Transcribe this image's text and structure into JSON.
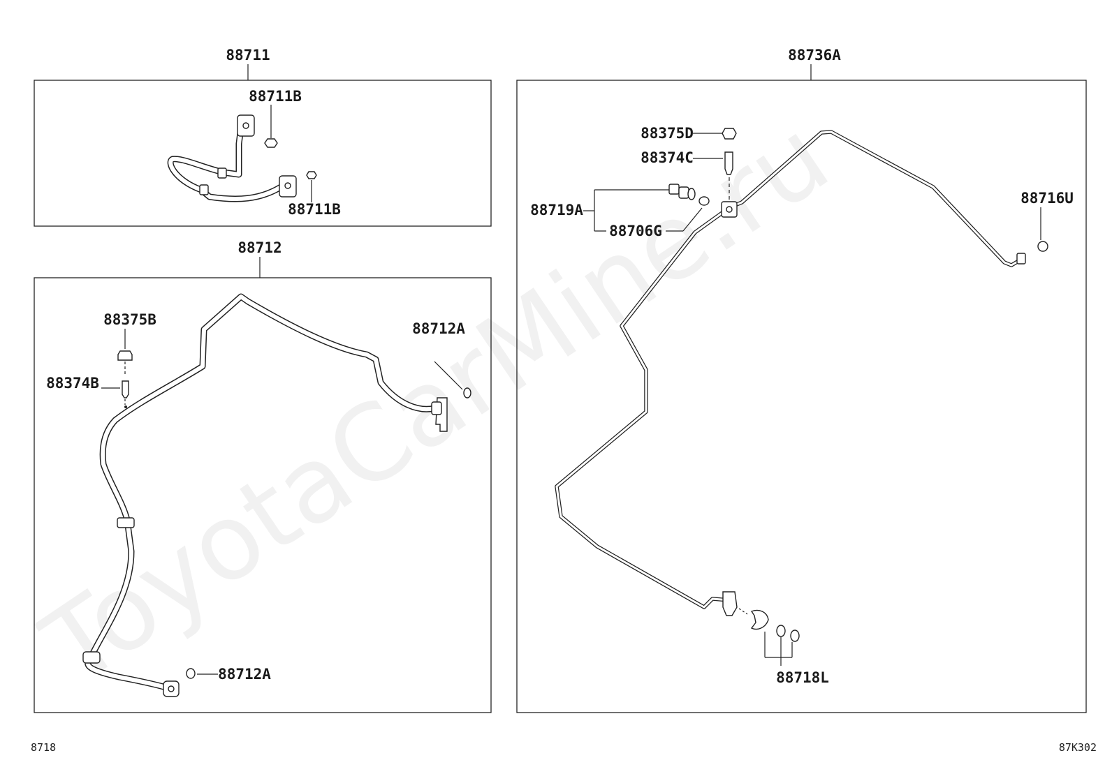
{
  "watermark": "ToyotaCarMine.ru",
  "footer": {
    "left_code": "8718",
    "right_code": "87K302"
  },
  "groups": [
    {
      "id": "88711",
      "label": "88711",
      "parts": [
        {
          "id": "88711B-upper",
          "label": "88711B"
        },
        {
          "id": "88711B-lower",
          "label": "88711B"
        }
      ]
    },
    {
      "id": "88712",
      "label": "88712",
      "parts": [
        {
          "id": "88375B",
          "label": "88375B"
        },
        {
          "id": "88374B",
          "label": "88374B"
        },
        {
          "id": "88712A-upper",
          "label": "88712A"
        },
        {
          "id": "88712A-lower",
          "label": "88712A"
        }
      ]
    },
    {
      "id": "88736A",
      "label": "88736A",
      "parts": [
        {
          "id": "88375D",
          "label": "88375D"
        },
        {
          "id": "88374C",
          "label": "88374C"
        },
        {
          "id": "88719A",
          "label": "88719A"
        },
        {
          "id": "88706G",
          "label": "88706G"
        },
        {
          "id": "88716U",
          "label": "88716U"
        },
        {
          "id": "88718L",
          "label": "88718L"
        }
      ]
    }
  ]
}
